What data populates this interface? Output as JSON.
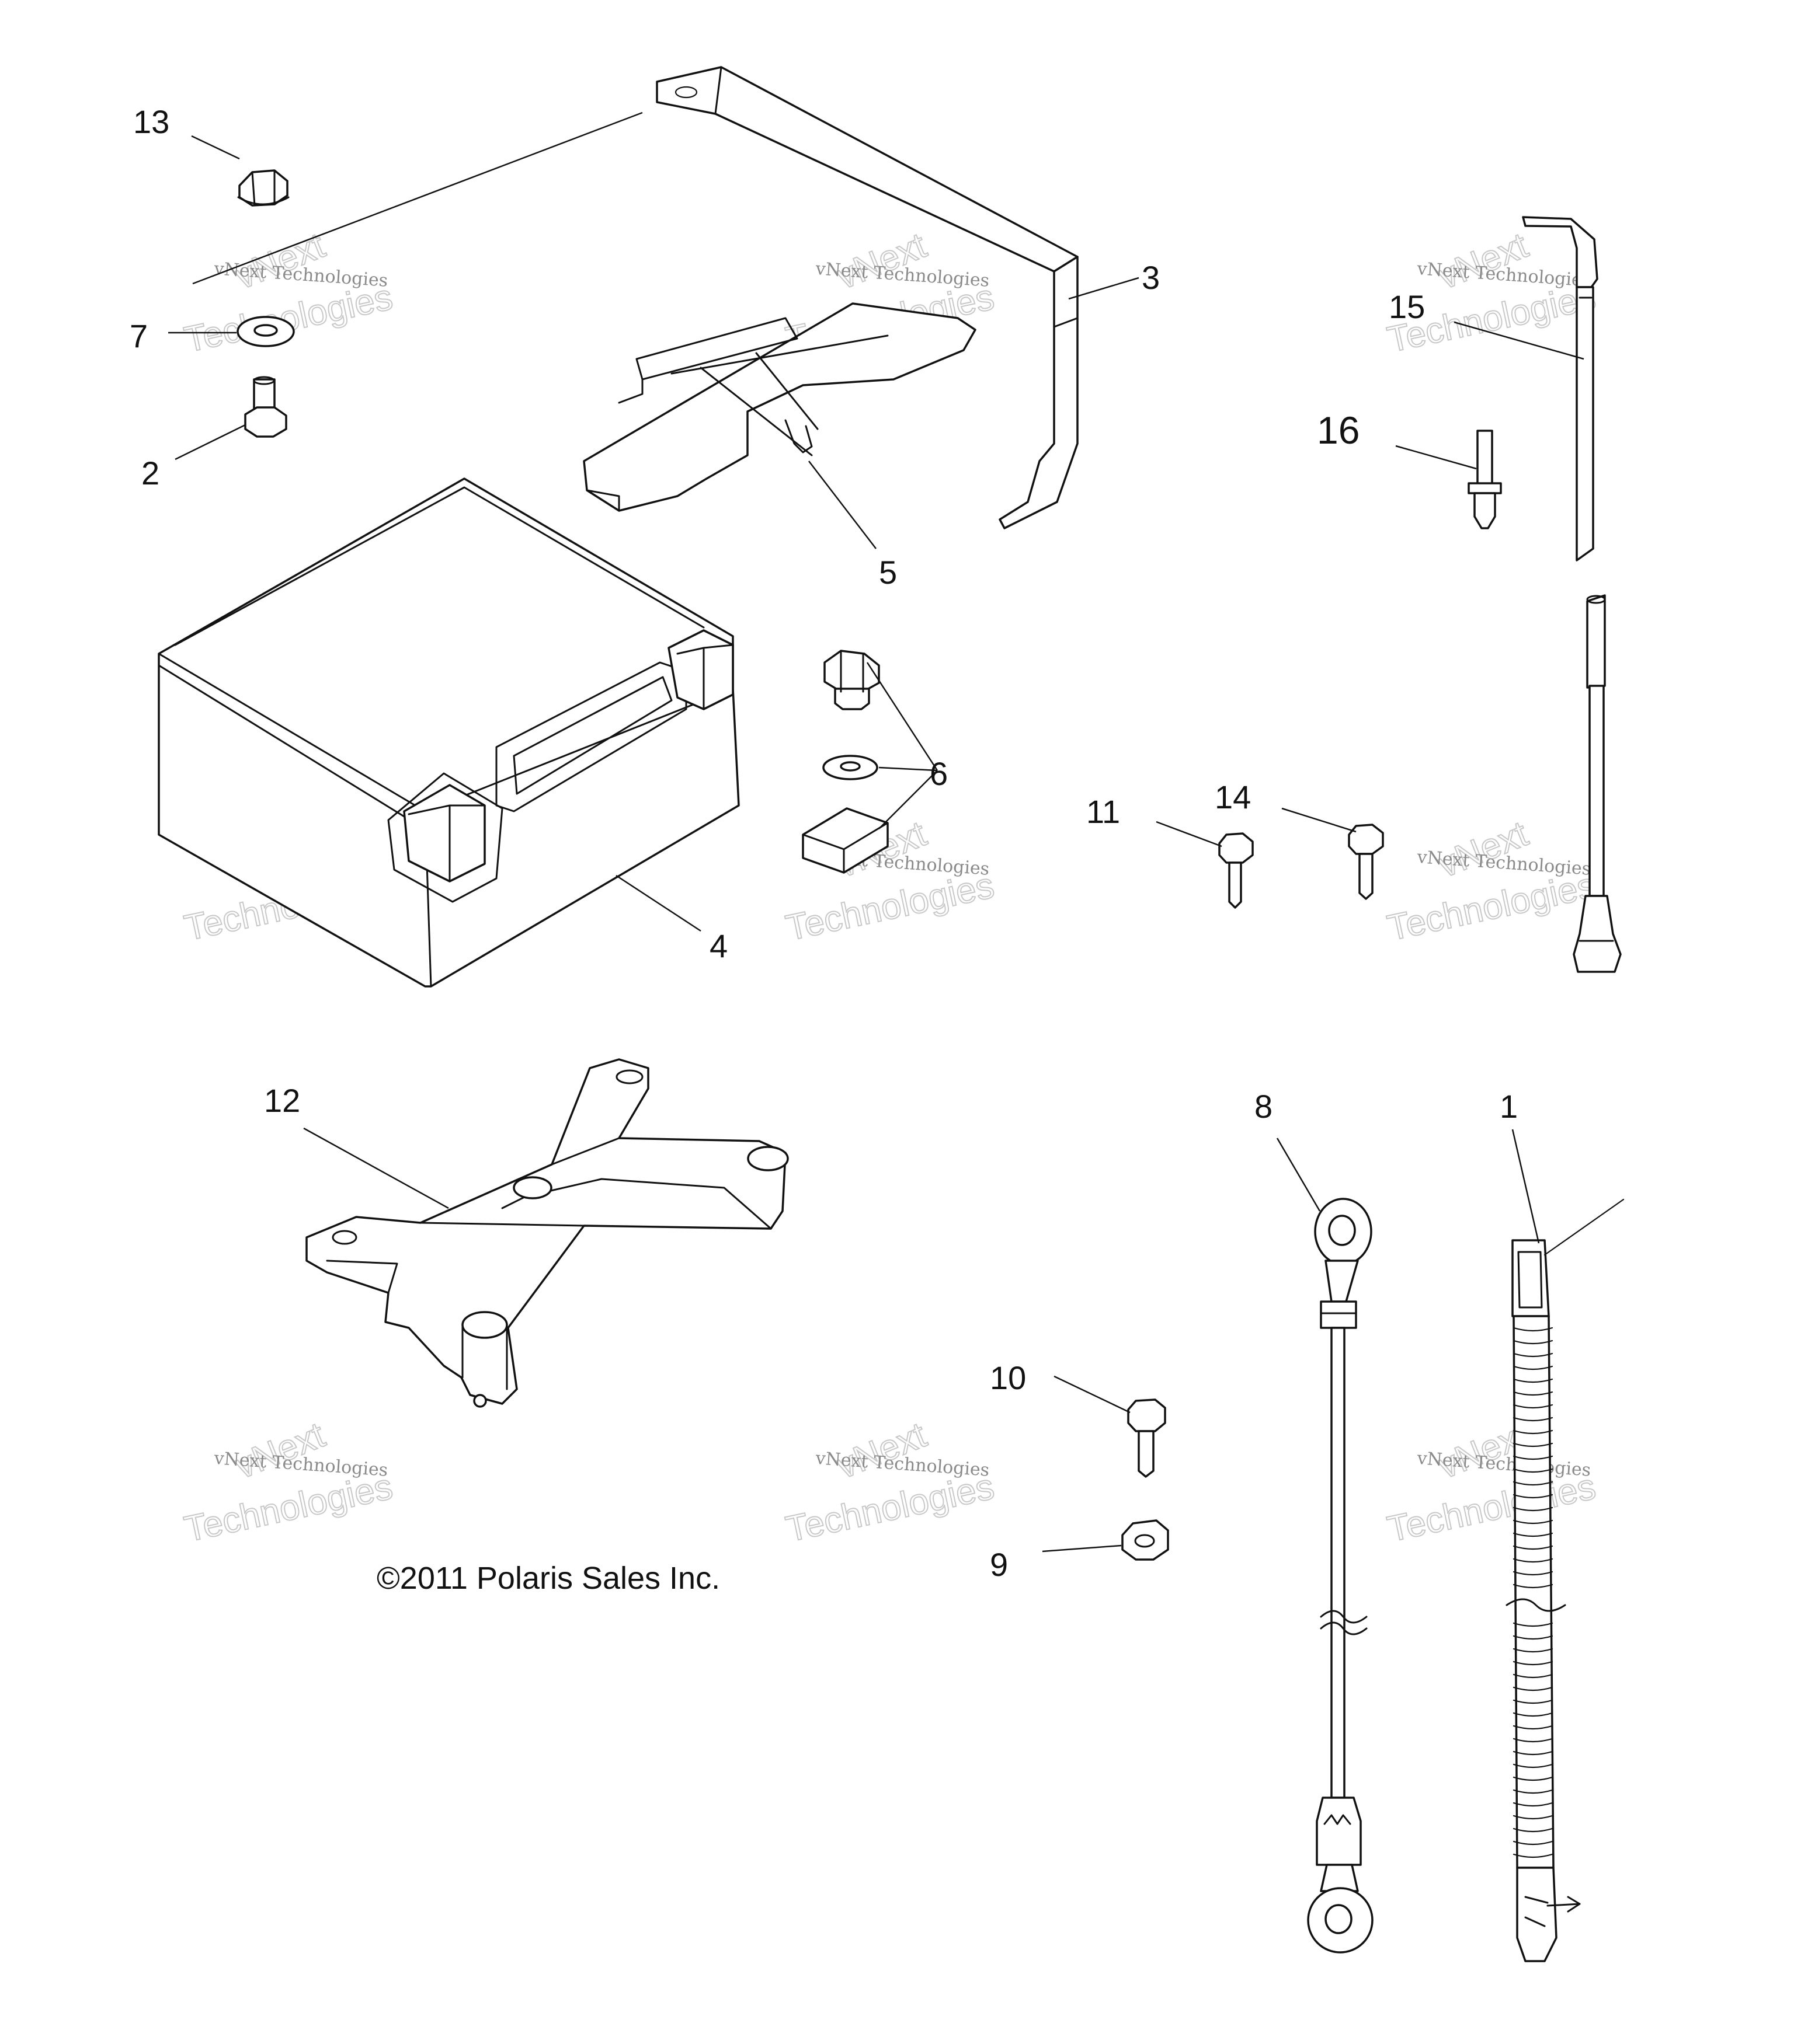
{
  "callouts": {
    "c1": "1",
    "c2": "2",
    "c3": "3",
    "c4": "4",
    "c5": "5",
    "c6": "6",
    "c7": "7",
    "c8": "8",
    "c9": "9",
    "c10": "10",
    "c11": "11",
    "c12": "12",
    "c13": "13",
    "c14": "14",
    "c15": "15",
    "c16": "16"
  },
  "copyright": "©2011 Polaris Sales Inc.",
  "watermark": {
    "line1": "vNext Technologies",
    "line2": "vNext",
    "line3": "Technologies"
  }
}
